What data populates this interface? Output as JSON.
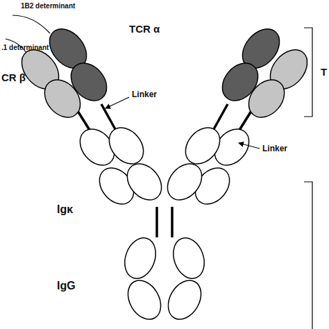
{
  "diagram": {
    "labels": [
      "1B2 determinant",
      ".1 determinant",
      "TCR α",
      "CR β",
      "Linker",
      "Linker",
      "Igκ",
      "IgG",
      "T"
    ]
  }
}
